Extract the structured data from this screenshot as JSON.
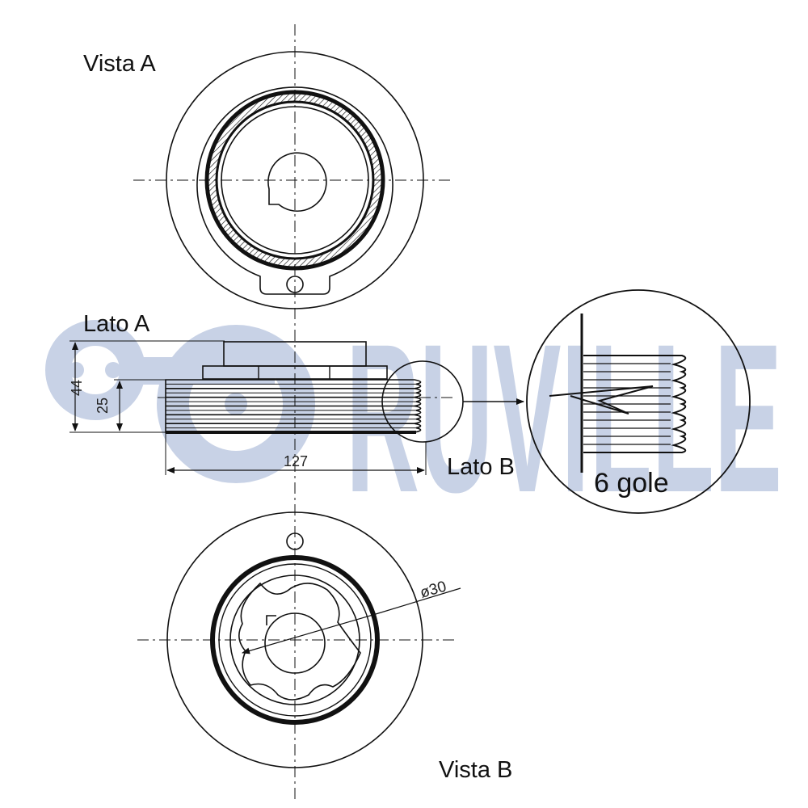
{
  "watermark": {
    "text": "RUVILLE",
    "color": "#c8d2e6"
  },
  "views": {
    "vista_a": "Vista A",
    "vista_b": "Vista B",
    "lato_a": "Lato A",
    "lato_b": "Lato B"
  },
  "dimensions": {
    "height_total": "44",
    "height_belt": "25",
    "diameter": "127",
    "bore": "ø30"
  },
  "detail": {
    "grooves_label": "6 gole",
    "groove_count": 6
  },
  "colors": {
    "line": "#111111",
    "background": "#ffffff"
  }
}
